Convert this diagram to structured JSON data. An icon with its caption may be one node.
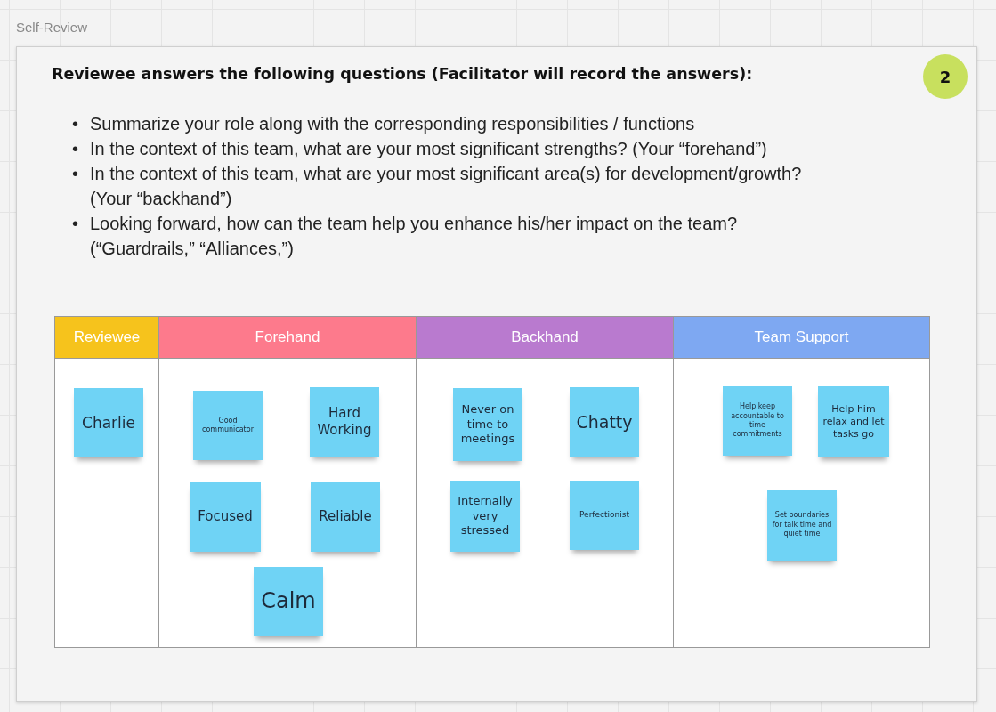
{
  "diagram": {
    "title": "Self-Review",
    "nodes": [
      {
        "text": [
          "Reviewee answers the following questions (Facilitator will record the answers):",
          "Summarize your role along with the corresponding responsibilities / functions",
          "In the context of this team, what are your most significant strengths? (Your “forehand”)",
          "In the context of this team, what are your most significant area(s) for development/growth? (Your “backhand”)",
          "Looking forward, how can the team help you enhance his/her impact on the team? (“Guardrails,” “Alliances,”)"
        ]
      },
      {
        "text": [
          "2"
        ],
        "in": 0
      },
      {
        "text": [
          "Reviewee"
        ],
        "in": 0
      },
      {
        "text": [
          "Forehand"
        ],
        "in": 0
      },
      {
        "text": [
          "Backhand"
        ],
        "in": 0
      },
      {
        "text": [
          "Team Support"
        ],
        "in": 0
      },
      {
        "text": [
          "Charlie"
        ],
        "in": 2
      },
      {
        "text": [
          "Good communicator"
        ],
        "in": 3
      },
      {
        "text": [
          "Hard Working"
        ],
        "in": 3
      },
      {
        "text": [
          "Focused"
        ],
        "in": 3
      },
      {
        "text": [
          "Reliable"
        ],
        "in": 3
      },
      {
        "text": [
          "Calm"
        ],
        "in": 3
      },
      {
        "text": [
          "Never on time to meetings"
        ],
        "in": 4
      },
      {
        "text": [
          "Chatty"
        ],
        "in": 4
      },
      {
        "text": [
          "Internally very stressed"
        ],
        "in": 4
      },
      {
        "text": [
          "Perfectionist"
        ],
        "in": 4
      },
      {
        "text": [
          "Help keep accountable to time commitments"
        ],
        "in": 5
      },
      {
        "text": [
          "Help him relax and let tasks go"
        ],
        "in": 5
      },
      {
        "text": [
          "Set boundaries for talk time and quiet time"
        ],
        "in": 5
      }
    ],
    "edges": [],
    "labels": [
      "•",
      "•",
      "•",
      "•"
    ]
  }
}
